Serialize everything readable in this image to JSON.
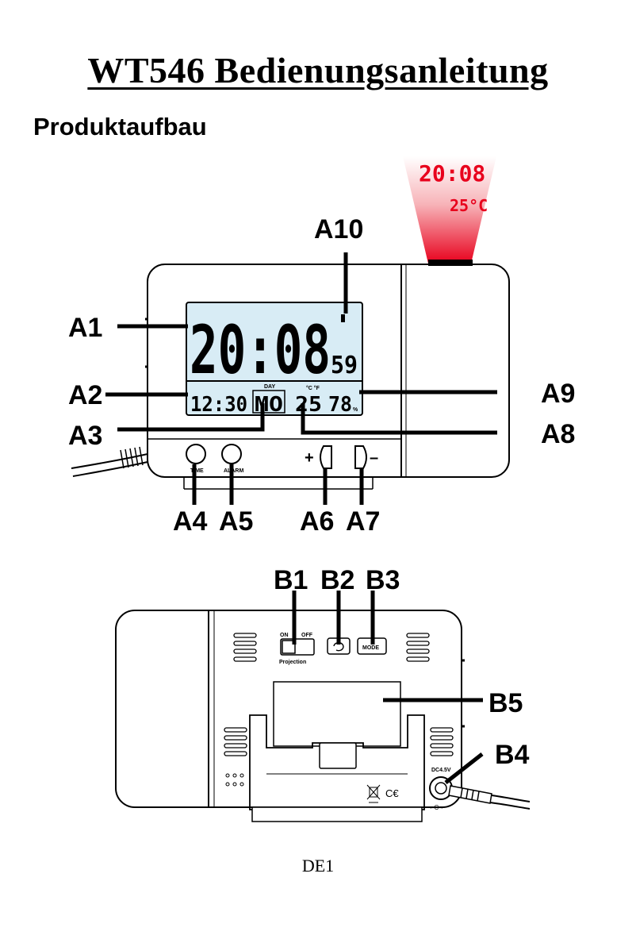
{
  "document": {
    "title": "WT546 Bedienungsanleitung",
    "section_heading": "Produktaufbau",
    "page_number": "DE1"
  },
  "front_view": {
    "callouts": {
      "a1": "A1",
      "a2": "A2",
      "a3": "A3",
      "a4": "A4",
      "a5": "A5",
      "a6": "A6",
      "a7": "A7",
      "a8": "A8",
      "a9": "A9",
      "a10": "A10"
    },
    "projection": {
      "time": "20:08",
      "temperature": "25°C"
    },
    "display": {
      "time": "20:08",
      "seconds": "59",
      "alarm": "12:30",
      "day_label": "DAY",
      "day": "MO",
      "temperature": "25",
      "temp_units": "°C °F",
      "humidity": "78",
      "humidity_unit": "%"
    },
    "buttons": {
      "plus": "+",
      "minus": "–",
      "time": "TIME",
      "alarm": "ALARM"
    }
  },
  "back_view": {
    "callouts": {
      "b1": "B1",
      "b2": "B2",
      "b3": "B3",
      "b4": "B4",
      "b5": "B5"
    },
    "switch_on": "ON",
    "switch_off": "OFF",
    "switch_caption": "Projection",
    "mode_button": "MODE",
    "power_label": "DC4.5V"
  },
  "colors": {
    "projection_red": "#e8001c",
    "lcd_blue": "#d8ecf5"
  }
}
